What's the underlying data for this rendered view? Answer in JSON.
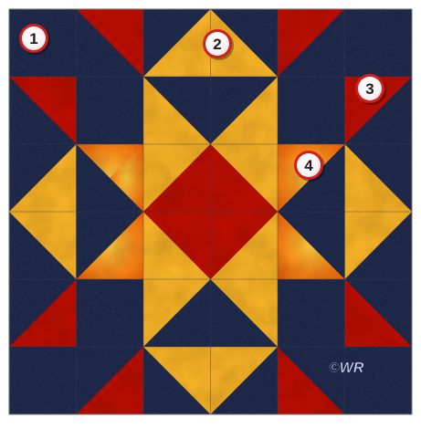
{
  "colors": {
    "background": "#ffffff",
    "navy": "#1b2547",
    "gold": "#fdb72a",
    "red": "#c0180e",
    "red_dark": "#8e0d07",
    "orange": "#ff8a1c",
    "orange_light": "#ffcb3a",
    "seam": "#3a3f5a",
    "marker_fill": "#ffffff",
    "marker_ring": "#d01f1f",
    "marker_text": "#2a1a1a",
    "signature": "#d8dcff"
  },
  "markers": [
    {
      "label": "1",
      "target": "background-corner-square"
    },
    {
      "label": "2",
      "target": "flying-geese-unit"
    },
    {
      "label": "3",
      "target": "corner-half-square-triangle"
    },
    {
      "label": "4",
      "target": "center-star-point"
    }
  ],
  "signature": {
    "text": "©WR"
  }
}
